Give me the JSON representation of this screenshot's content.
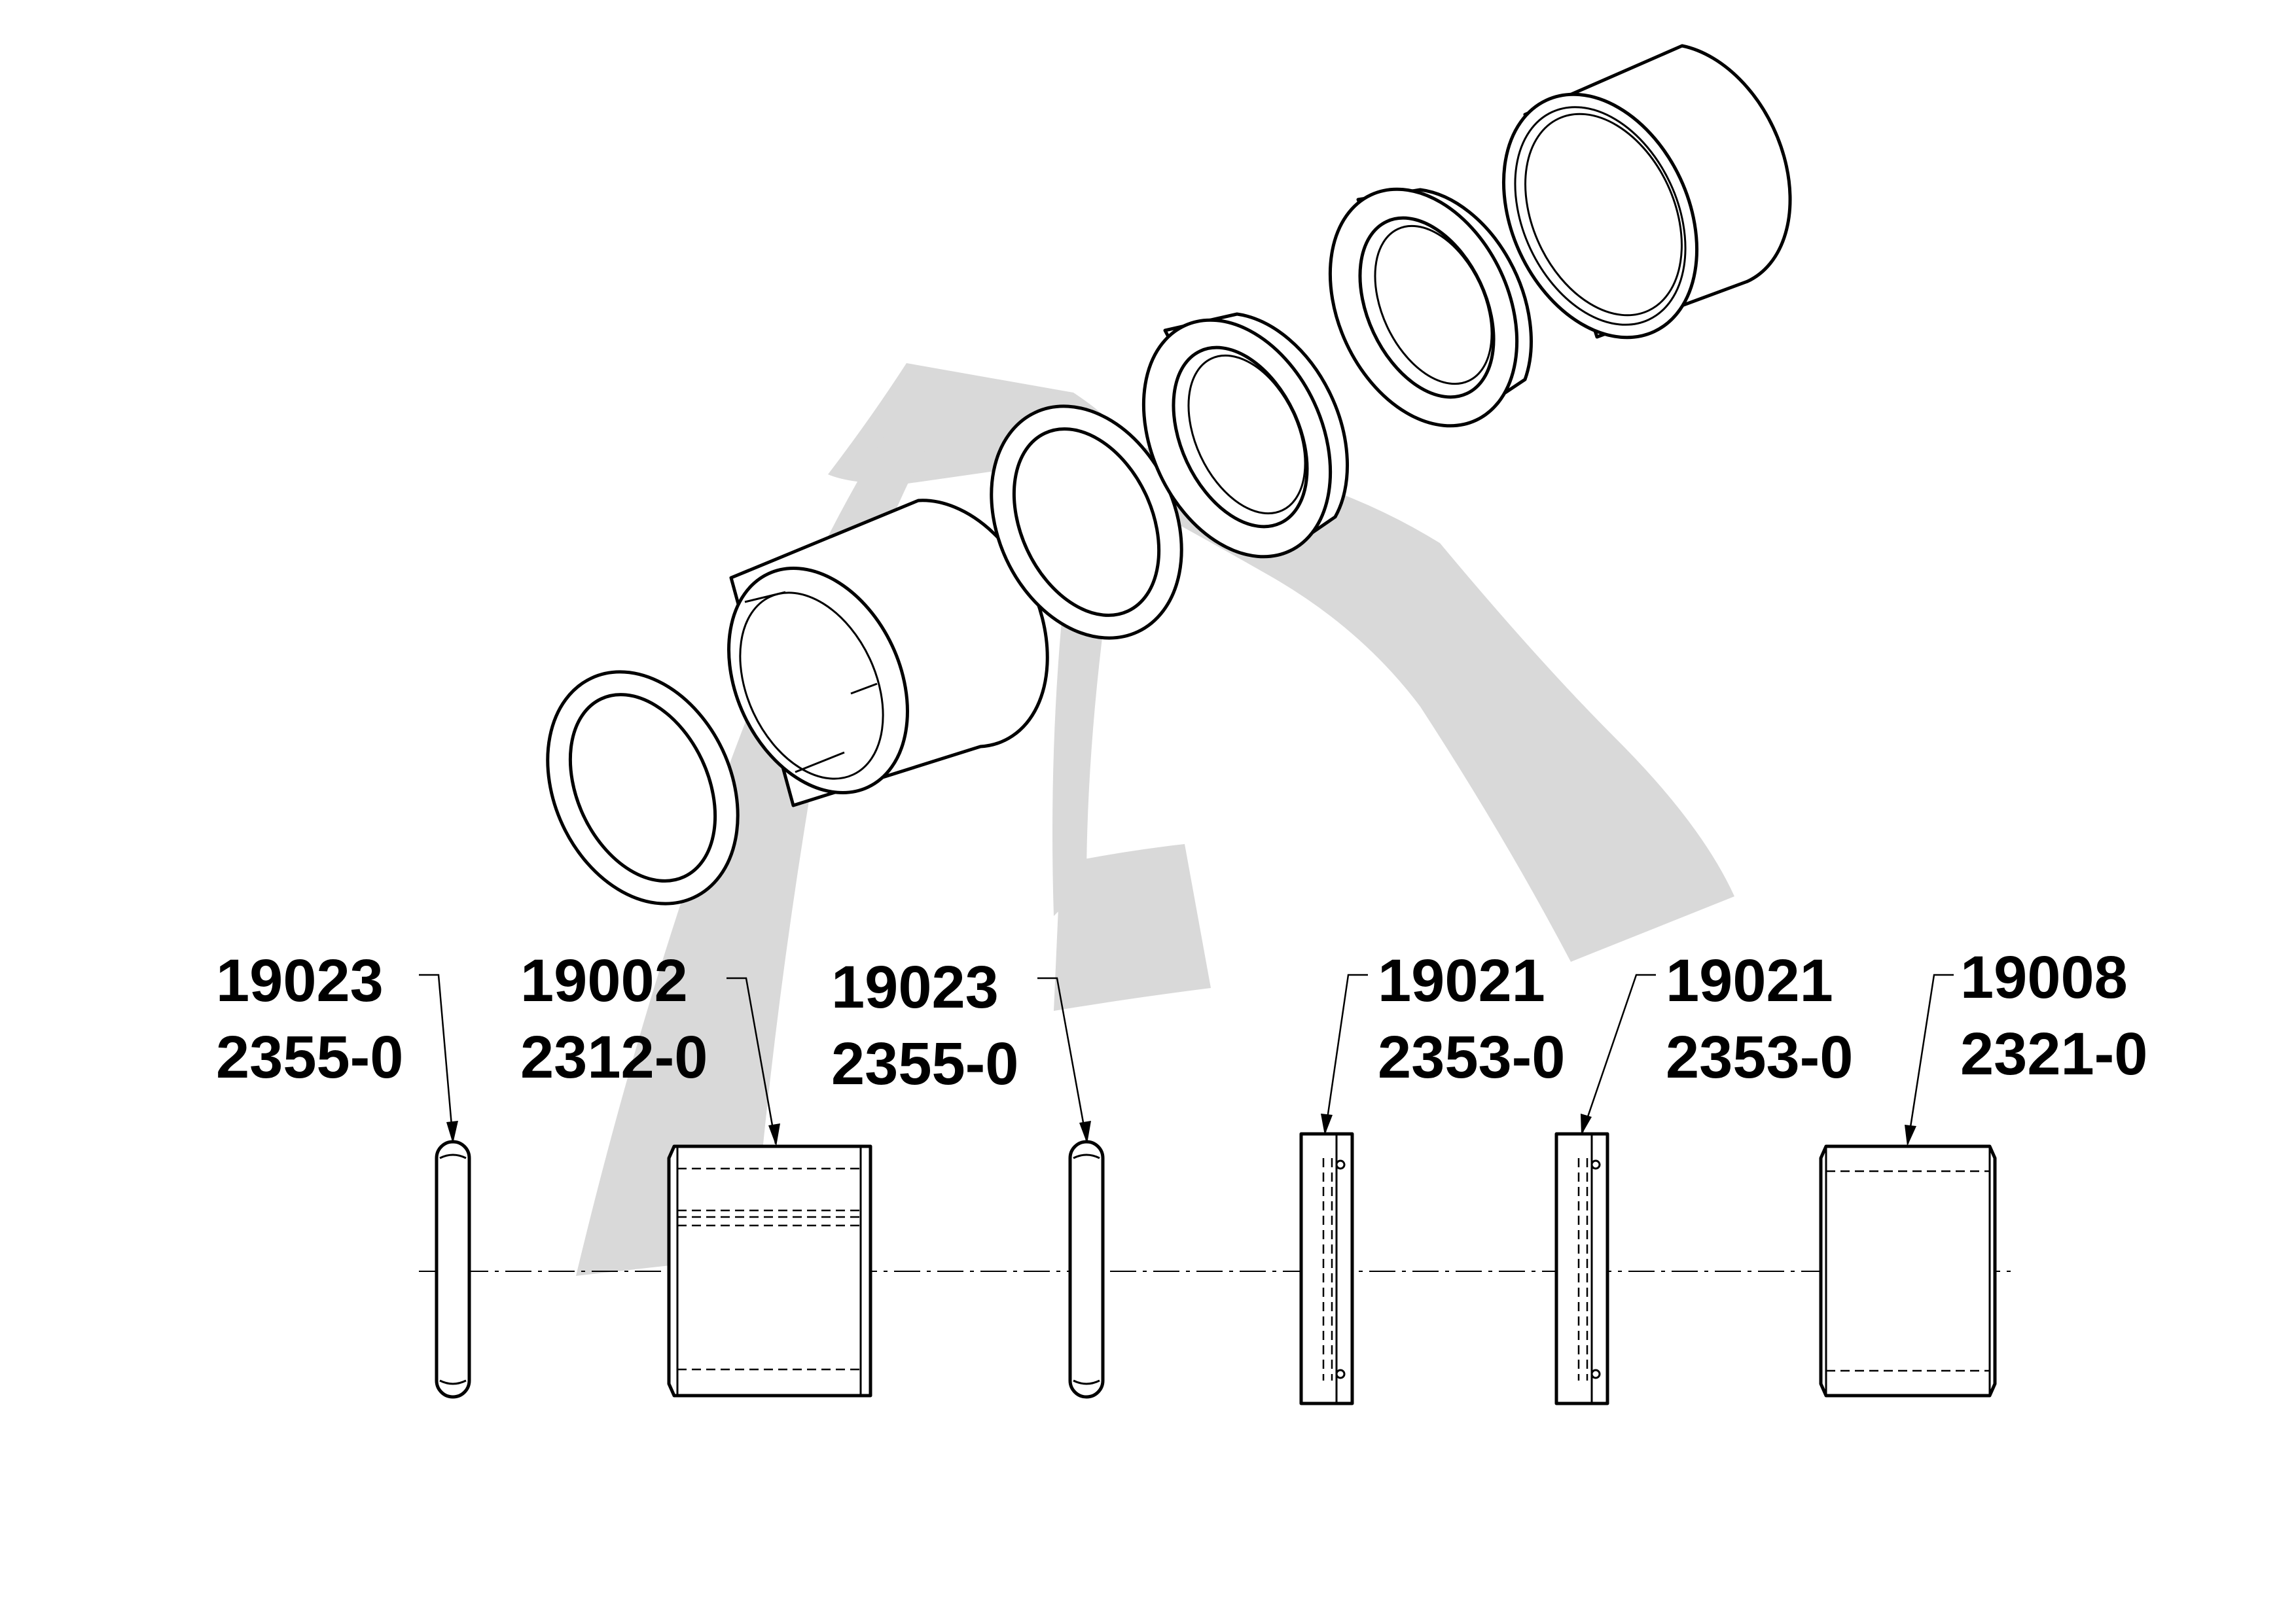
{
  "callouts": [
    {
      "part_no": "19023",
      "drawing_no": "2355-0"
    },
    {
      "part_no": "19002",
      "drawing_no": "2312-0"
    },
    {
      "part_no": "19023",
      "drawing_no": "2355-0"
    },
    {
      "part_no": "19021",
      "drawing_no": "2353-0"
    },
    {
      "part_no": "19021",
      "drawing_no": "2353-0"
    },
    {
      "part_no": "19008",
      "drawing_no": "2321-0"
    }
  ],
  "colors": {
    "line": "#000000",
    "watermark": "#d9d9d9",
    "background": "#ffffff"
  }
}
